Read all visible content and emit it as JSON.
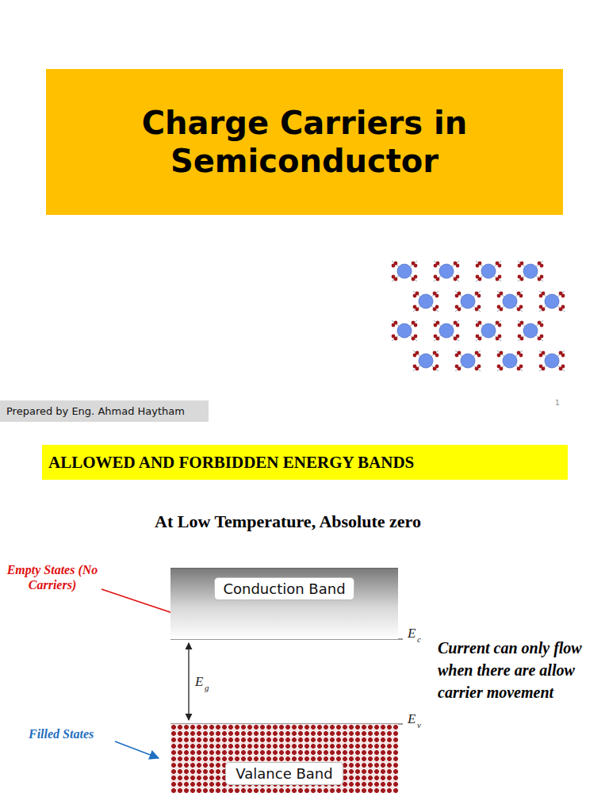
{
  "diagram": {
    "nodes": [
      {
        "text": [
          "Charge Carriers in Semiconductor"
        ]
      },
      {
        "text": [
          "Prepared by Eng. Ahmad Haytham"
        ]
      },
      {
        "text": [
          "ALLOWED AND FORBIDDEN ENERGY BANDS"
        ]
      },
      {
        "text": [
          "Conduction Band"
        ]
      },
      {
        "text": [
          "Valance Band"
        ]
      }
    ],
    "labels": [
      "1",
      "At Low Temperature, Absolute zero",
      "Empty States (No Carriers)",
      "E",
      "c",
      "Current can only flow when there are allow carrier movement",
      "E",
      "g",
      "E",
      "v",
      "Filled States"
    ]
  }
}
